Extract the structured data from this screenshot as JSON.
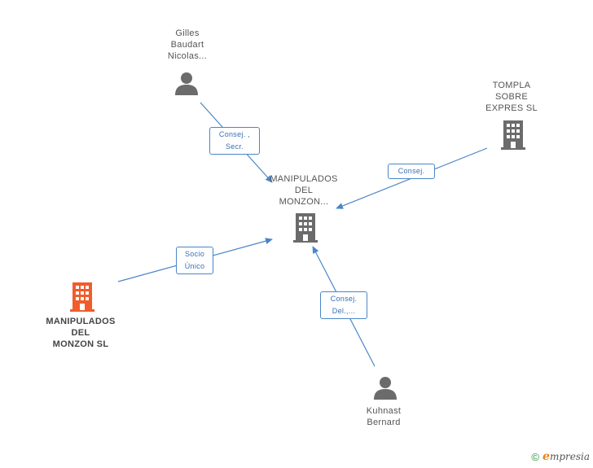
{
  "colors": {
    "edge": "#4a86c8",
    "node_gray": "#6b6b6b",
    "node_highlight": "#f25c2a",
    "label_text": "#555555"
  },
  "nodes": {
    "center": {
      "label": "MANIPULADOS\nDEL\nMONZON...",
      "icon": "building-icon"
    },
    "gilles": {
      "label": "Gilles\nBaudart\nNicolas...",
      "icon": "person-icon"
    },
    "tompla": {
      "label": "TOMPLA\nSOBRE\nEXPRES  SL",
      "icon": "building-icon"
    },
    "manipulados_sl": {
      "label": "MANIPULADOS\nDEL\nMONZON  SL",
      "icon": "building-icon"
    },
    "kuhnast": {
      "label": "Kuhnast\nBernard",
      "icon": "person-icon"
    }
  },
  "edges": {
    "gilles": {
      "label": "Consej. ,\nSecr."
    },
    "tompla": {
      "label": "Consej."
    },
    "manipulados_sl": {
      "label": "Socio\nÚnico"
    },
    "kuhnast": {
      "label": "Consej.\nDel.,..."
    }
  },
  "footer": {
    "copyright": "©",
    "brand_initial": "e",
    "brand_rest": "mpresia"
  }
}
